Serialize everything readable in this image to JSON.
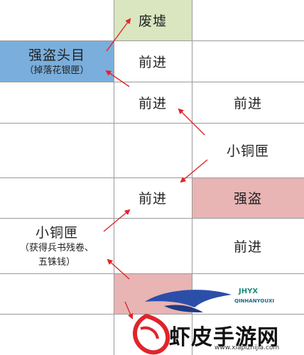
{
  "colors": {
    "green_fill": "#d9e6c0",
    "blue_fill": "#7aaedc",
    "red_fill": "#e8b4b4",
    "grid_line": "#9a9a9a",
    "arrow": "#e0252a"
  },
  "cells": {
    "ruins": "废墟",
    "boss_title": "强盗头目",
    "boss_drop": "（掉落花银匣）",
    "forward_r1": "前进",
    "forward_r2_mid": "前进",
    "forward_r2_right": "前进",
    "small_box_right": "小铜匣",
    "forward_r4_mid": "前进",
    "bandit": "强盗",
    "small_box_left": "小铜匣",
    "small_box_left_drop_1": "（获得兵书残卷、",
    "small_box_left_drop_2": "五铢钱）",
    "forward_r5_right": "前进"
  },
  "watermark": {
    "brand": "JHYX",
    "brand_sub": "QINHANYOUXI",
    "title": "虾皮手游网",
    "url": "www.xiapizhijia.com",
    "logo": "dragon-logo-icon"
  }
}
